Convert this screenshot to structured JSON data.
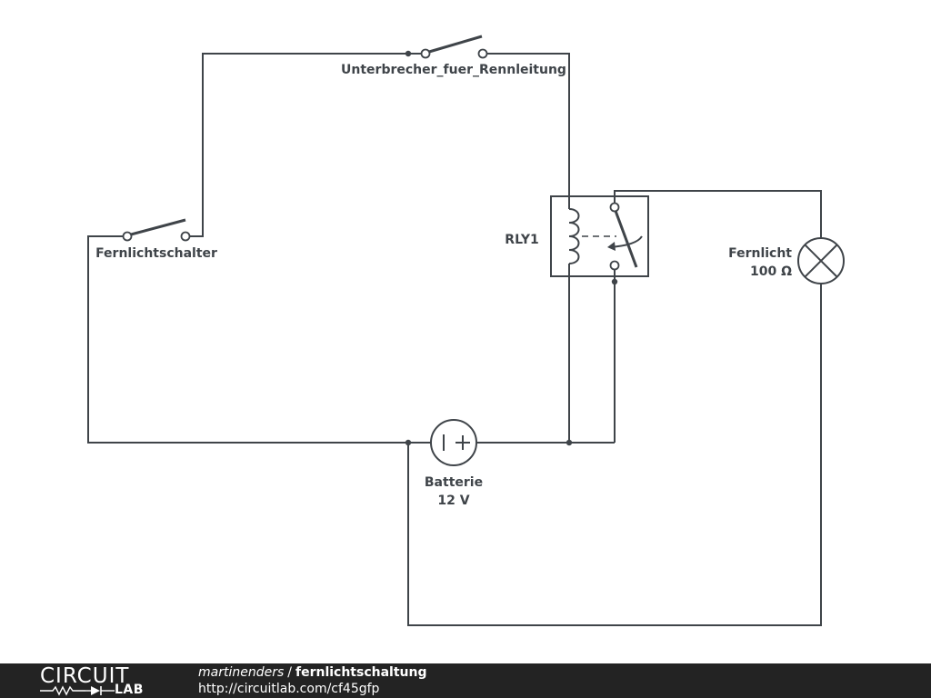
{
  "components": {
    "switch_top": {
      "label": "Unterbrecher_fuer_Rennleitung"
    },
    "switch_left": {
      "label": "Fernlichtschalter"
    },
    "relay": {
      "label": "RLY1"
    },
    "lamp": {
      "label": "Fernlicht",
      "value": "100 Ω"
    },
    "battery": {
      "label": "Batterie",
      "value": "12 V"
    }
  },
  "footer": {
    "logo_top": "CIRCUIT",
    "logo_bottom": "LAB",
    "author": "martinenders",
    "separator": "/",
    "project": "fernlichtschaltung",
    "url": "http://circuitlab.com/cf45gfp"
  },
  "colors": {
    "ink": "#3f4449",
    "footer_bg": "#232323",
    "footer_text": "#ffffff"
  }
}
